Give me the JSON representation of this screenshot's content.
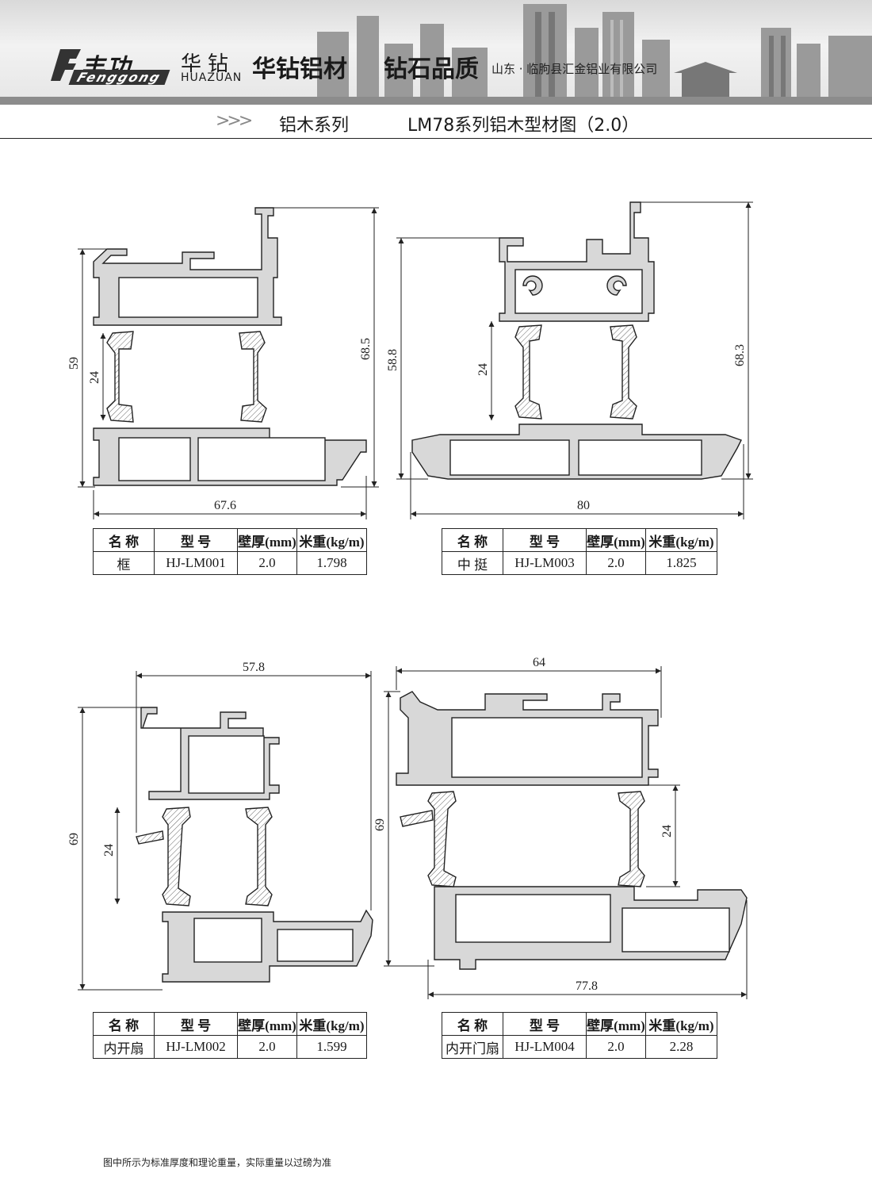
{
  "header": {
    "logo_text": "丰功",
    "logo_sub": "Fenggong",
    "brand_cn": "华钻",
    "brand_en": "HUAZUAN",
    "slogan_1": "华钻铝材",
    "slogan_2": "钻石品质",
    "company": "山东 · 临朐县汇金铝业有限公司"
  },
  "title_bar": {
    "arrows": ">>>",
    "series": "铝木系列",
    "title": "LM78系列铝木型材图（2.0）"
  },
  "profiles": [
    {
      "dims": {
        "width": "67.6",
        "height_left": "59",
        "height_right": "68.5",
        "inner": "24"
      },
      "table": {
        "headers": [
          "名 称",
          "型 号",
          "壁厚(mm)",
          "米重(kg/m)"
        ],
        "row": [
          "框",
          "HJ-LM001",
          "2.0",
          "1.798"
        ]
      }
    },
    {
      "dims": {
        "width": "80",
        "height_left": "58.8",
        "height_right": "68.3",
        "inner": "24"
      },
      "table": {
        "headers": [
          "名 称",
          "型 号",
          "壁厚(mm)",
          "米重(kg/m)"
        ],
        "row": [
          "中 挺",
          "HJ-LM003",
          "2.0",
          "1.825"
        ]
      }
    },
    {
      "dims": {
        "width": "57.8",
        "height_left": "69",
        "inner": "24"
      },
      "table": {
        "headers": [
          "名 称",
          "型 号",
          "壁厚(mm)",
          "米重(kg/m)"
        ],
        "row": [
          "内开扇",
          "HJ-LM002",
          "2.0",
          "1.599"
        ]
      }
    },
    {
      "dims": {
        "width_top": "64",
        "width_bottom": "77.8",
        "height_left": "69",
        "inner": "24"
      },
      "table": {
        "headers": [
          "名 称",
          "型 号",
          "壁厚(mm)",
          "米重(kg/m)"
        ],
        "row": [
          "内开门扇",
          "HJ-LM004",
          "2.0",
          "2.28"
        ]
      }
    }
  ],
  "footer": "图中所示为标准厚度和理论重量，实际重量以过磅为准"
}
